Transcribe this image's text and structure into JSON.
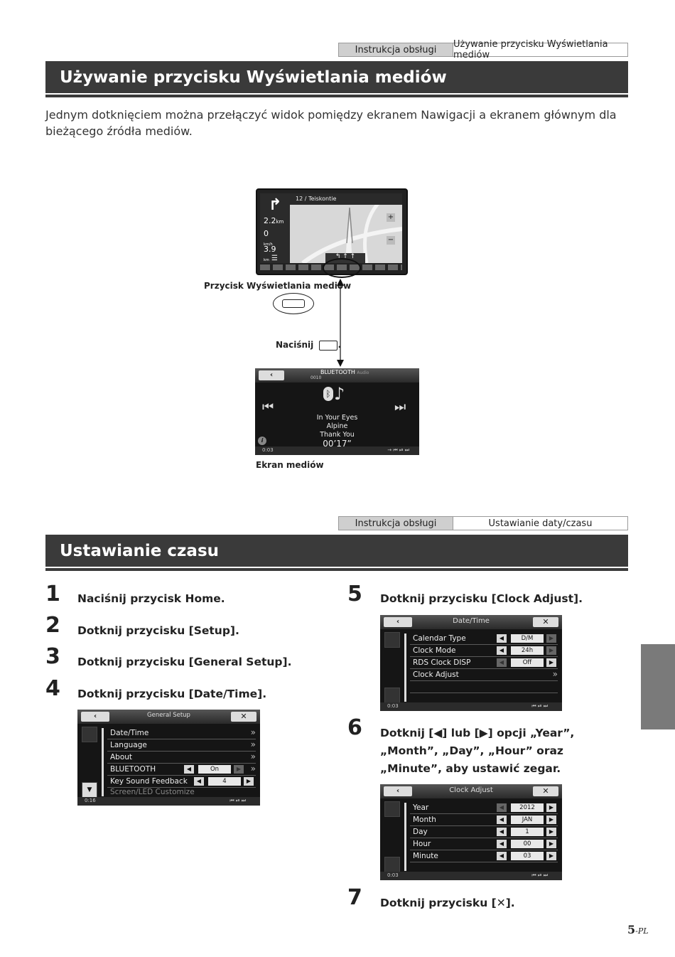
{
  "section1": {
    "crumb_left": "Instrukcja obsługi",
    "crumb_right": "Używanie przycisku Wyświetlania mediów",
    "title": "Używanie przycisku Wyświetlania mediów",
    "intro": "Jednym dotknięciem można przełączyć widok pomiędzy ekranem Nawigacji a ekranem głównym dla bieżącego źródła mediów.",
    "nav_screen": {
      "road": "12 / Teiskontie",
      "dist1": "2.2",
      "dist1_unit": "km",
      "dist2": "0",
      "dist2_unit": "km/h",
      "dist3": "3.9",
      "dist3_unit": "km"
    },
    "label_button": "Przycisk Wyświetlania mediów",
    "label_press": "Naciśnij",
    "label_screen": "Ekran mediów",
    "media_screen": {
      "source": "BLUETOOTH",
      "source_sub": "Audio",
      "track_no": "0010",
      "song": "In Your Eyes",
      "artist": "Alpine",
      "album": "Thank You",
      "time": "00’17”",
      "clock": "0:03"
    }
  },
  "section2": {
    "crumb_left": "Instrukcja obsługi",
    "crumb_right": "Ustawianie daty/czasu",
    "title": "Ustawianie czasu",
    "steps": [
      {
        "num": "1",
        "text": "Naciśnij przycisk Home."
      },
      {
        "num": "2",
        "text": "Dotknij przycisku [Setup]."
      },
      {
        "num": "3",
        "text": "Dotknij przycisku [General Setup]."
      },
      {
        "num": "4",
        "text": "Dotknij przycisku [Date/Time]."
      },
      {
        "num": "5",
        "text": "Dotknij przycisku [Clock Adjust]."
      },
      {
        "num": "6",
        "text": "Dotknij [◀] lub [▶] opcji „Year”, „Month”, „Day”, „Hour” oraz „Minute”, aby ustawić zegar."
      },
      {
        "num": "7",
        "text": "Dotknij przycisku [✕]."
      }
    ],
    "general_setup": {
      "title": "General Setup",
      "clock": "0:16",
      "rows": [
        {
          "label": "Date/Time"
        },
        {
          "label": "Language"
        },
        {
          "label": "About"
        },
        {
          "label": "BLUETOOTH",
          "value": "On"
        },
        {
          "label": "Key Sound Feedback",
          "value": "4"
        },
        {
          "label": "Screen/LED Customize"
        }
      ]
    },
    "date_time": {
      "title": "Date/Time",
      "clock": "0:03",
      "rows": [
        {
          "label": "Calendar Type",
          "value": "D/M"
        },
        {
          "label": "Clock Mode",
          "value": "24h"
        },
        {
          "label": "RDS Clock DISP",
          "value": "Off"
        },
        {
          "label": "Clock Adjust"
        }
      ]
    },
    "clock_adjust": {
      "title": "Clock Adjust",
      "clock": "0:03",
      "rows": [
        {
          "label": "Year",
          "value": "2012"
        },
        {
          "label": "Month",
          "value": "JAN"
        },
        {
          "label": "Day",
          "value": "1"
        },
        {
          "label": "Hour",
          "value": "00"
        },
        {
          "label": "Minute",
          "value": "03"
        }
      ]
    }
  },
  "page_number": "5",
  "page_suffix": "-PL"
}
